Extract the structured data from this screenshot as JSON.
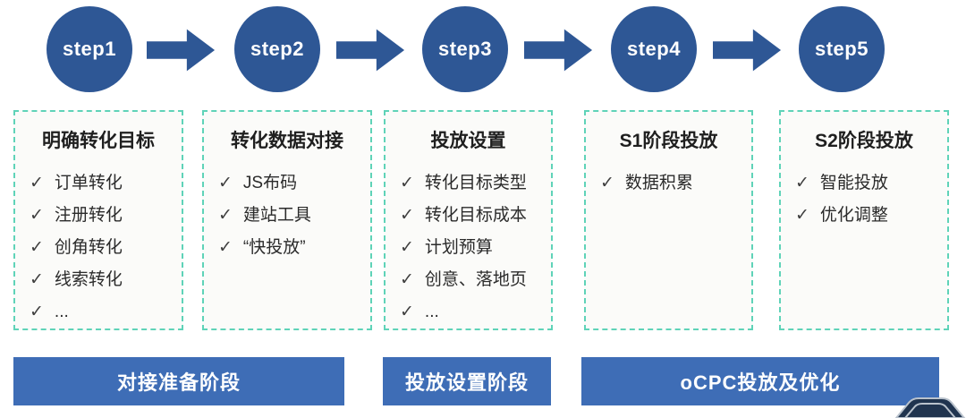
{
  "steps": [
    {
      "label": "step1"
    },
    {
      "label": "step2"
    },
    {
      "label": "step3"
    },
    {
      "label": "step4"
    },
    {
      "label": "step5"
    }
  ],
  "columns": [
    {
      "title": "明确转化目标",
      "items": [
        "订单转化",
        "注册转化",
        "创角转化",
        "线索转化",
        "..."
      ]
    },
    {
      "title": "转化数据对接",
      "items": [
        "JS布码",
        "建站工具",
        "“快投放”"
      ]
    },
    {
      "title": "投放设置",
      "items": [
        "转化目标类型",
        "转化目标成本",
        "计划预算",
        "创意、落地页",
        "..."
      ]
    },
    {
      "title": "S1阶段投放",
      "items": [
        "数据积累"
      ]
    },
    {
      "title": "S2阶段投放",
      "items": [
        "智能投放",
        "优化调整"
      ]
    }
  ],
  "banners": [
    {
      "label": "对接准备阶段"
    },
    {
      "label": "投放设置阶段"
    },
    {
      "label": "oCPC投放及优化"
    }
  ],
  "icons": {
    "checkmark": "✓"
  },
  "colors": {
    "step_circle": "#2e5795",
    "arrow": "#2e5795",
    "banner": "#3e6db6",
    "box_border": "#5fd3b8",
    "box_background": "#fbfbf9",
    "text": "#2b2b2b",
    "banner_text": "#ffffff",
    "logo_fill": "#20344f",
    "logo_stroke": "#b9c2cc"
  }
}
